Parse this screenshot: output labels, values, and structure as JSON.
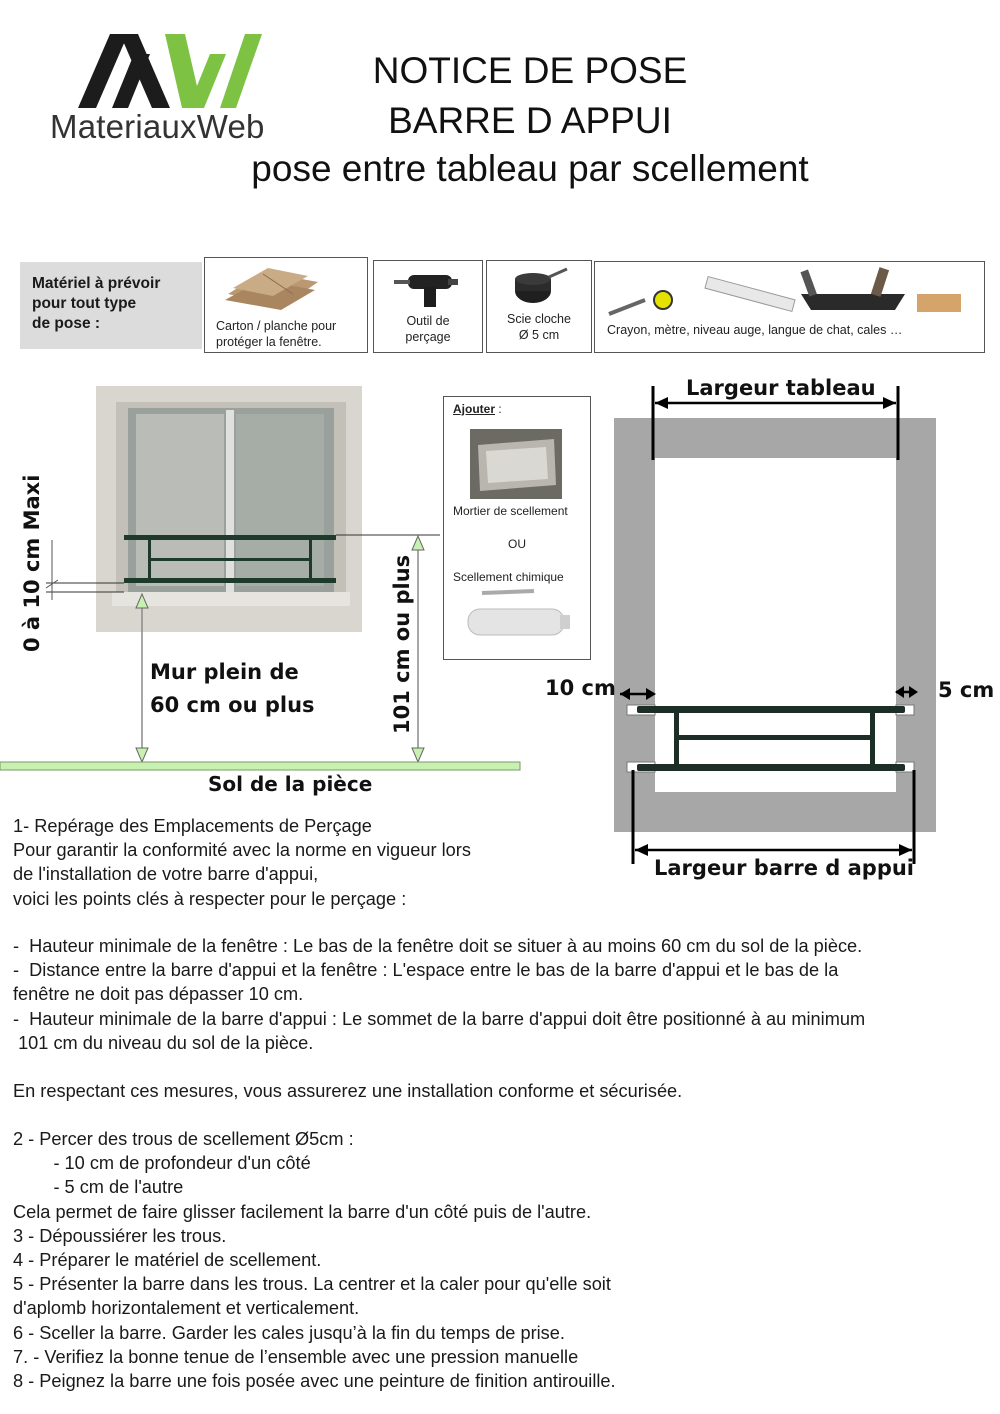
{
  "header": {
    "logo_text": "MateriauxWeb",
    "title_line1": "NOTICE DE POSE",
    "title_line2": "BARRE D APPUI",
    "title_line3": "pose entre tableau par scellement",
    "logo_colors": {
      "dark": "#1c1c1c",
      "green": "#7dc242"
    }
  },
  "materials": {
    "label_lines": [
      "Matériel à prévoir",
      "pour tout type",
      "de pose :"
    ],
    "items": [
      {
        "icon": "cardboard-icon",
        "caption_lines": [
          "Carton / planche pour",
          "protéger la  fenêtre."
        ]
      },
      {
        "icon": "drill-icon",
        "caption_lines": [
          "Outil de",
          "perçage"
        ]
      },
      {
        "icon": "hole-saw-icon",
        "caption_lines": [
          "Scie cloche",
          "Ø 5 cm"
        ]
      },
      {
        "icon": "tools-icon",
        "caption_lines": [
          "Crayon, mètre, niveau  auge, langue de chat, cales …"
        ]
      }
    ]
  },
  "diagram_left": {
    "height_label": "0 à 10 cm Maxi",
    "wall_label_line1": "Mur plein de",
    "wall_label_line2": "60 cm ou plus",
    "bar_height_label": "101 cm ou plus",
    "floor_label": "Sol de la pièce"
  },
  "ajouter": {
    "title": "Ajouter",
    "suffix": " :",
    "mortar": "Mortier de scellement",
    "or": "OU",
    "chemical": "Scellement chimique"
  },
  "diagram_right": {
    "tableau_width": "Largeur tableau",
    "left_depth": "10 cm",
    "right_depth": "5 cm",
    "bar_width": "Largeur barre d appui"
  },
  "instructions": {
    "section1": [
      "1- Repérage des Emplacements de Perçage",
      "Pour garantir la conformité avec la norme en vigueur lors",
      "de l'installation de votre barre d'appui,",
      "voici les points clés à respecter pour le perçage :"
    ],
    "rules": [
      "-  Hauteur minimale de la fenêtre : Le bas de la fenêtre doit se situer à au moins 60 cm du sol de la pièce.",
      "-  Distance entre la barre d'appui et la fenêtre : L'espace entre le bas de la barre d'appui et le bas de la",
      "fenêtre ne doit pas dépasser 10 cm.",
      "-  Hauteur minimale de la barre d'appui : Le sommet de la barre d'appui doit être positionné à au minimum",
      " 101 cm du niveau du sol de la pièce."
    ],
    "conclusion": "En respectant ces mesures, vous assurerez une installation conforme et sécurisée.",
    "steps": [
      "2 - Percer des trous de scellement Ø5cm :",
      "        - 10 cm de profondeur d'un côté",
      "        - 5 cm de l'autre",
      "Cela permet de faire glisser facilement la barre d'un côté puis de l'autre.",
      "3 - Dépoussiérer les trous.",
      "4 - Préparer le matériel de scellement.",
      "5 - Présenter la barre dans les trous. La centrer et la caler pour qu'elle soit",
      "d'aplomb horizontalement et verticalement.",
      "6 - Sceller la barre. Garder les cales jusqu’à la fin du temps de prise.",
      "7. - Verifiez la bonne tenue de l’ensemble avec une pression manuelle",
      "8 - Peignez la barre une fois posée avec une peinture de finition antirouille."
    ]
  }
}
